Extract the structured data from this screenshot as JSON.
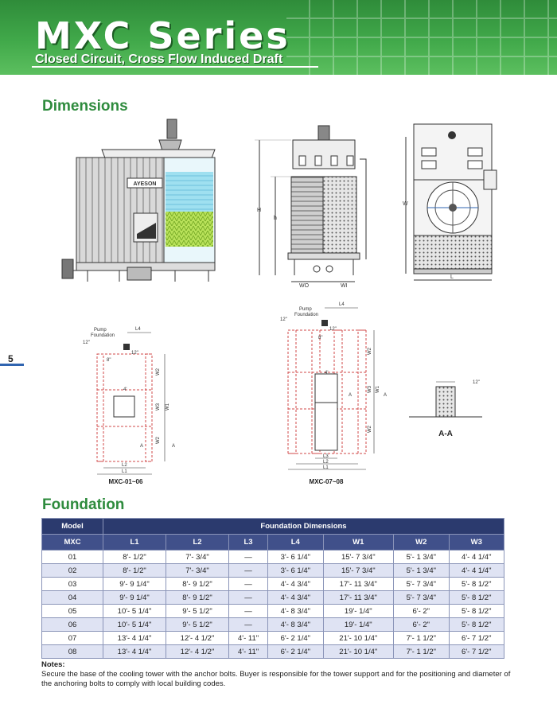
{
  "header": {
    "title": "MXC Series",
    "subtitle": "Closed Circuit, Cross Flow Induced Draft"
  },
  "page_number": "5",
  "sections": {
    "dimensions": "Dimensions",
    "foundation": "Foundation"
  },
  "drawing_labels": {
    "brand": "AYESON",
    "H": "H",
    "h": "h",
    "W": "W",
    "L": "L",
    "WO": "WO",
    "WI": "WI",
    "pump_foundation": "Pump\nFoundation",
    "pump_line1": "Pump",
    "pump_line2": "Foundation",
    "L1": "L1",
    "L2": "L2",
    "L3": "L3",
    "L4": "L4",
    "W1": "W1",
    "W2": "W2",
    "W3": "W3",
    "A": "A",
    "AA": "A-A",
    "dim_12": "12\"",
    "dim_8": "8\"",
    "dim_4": "4'",
    "small_caption": "MXC-01~06",
    "large_caption": "MXC-07~08"
  },
  "table": {
    "header_model": "Model",
    "header_group": "Foundation Dimensions",
    "columns": [
      "MXC",
      "L1",
      "L2",
      "L3",
      "L4",
      "W1",
      "W2",
      "W3"
    ],
    "rows": [
      [
        "01",
        "8'- 1/2\"",
        "7'- 3/4\"",
        "—",
        "3'- 6 1/4\"",
        "15'- 7 3/4\"",
        "5'- 1 3/4\"",
        "4'- 4 1/4\""
      ],
      [
        "02",
        "8'- 1/2\"",
        "7'- 3/4\"",
        "—",
        "3'- 6 1/4\"",
        "15'- 7 3/4\"",
        "5'- 1 3/4\"",
        "4'- 4 1/4\""
      ],
      [
        "03",
        "9'- 9 1/4\"",
        "8'- 9 1/2\"",
        "—",
        "4'- 4 3/4\"",
        "17'- 11 3/4\"",
        "5'- 7 3/4\"",
        "5'- 8 1/2\""
      ],
      [
        "04",
        "9'- 9 1/4\"",
        "8'- 9 1/2\"",
        "—",
        "4'- 4 3/4\"",
        "17'- 11 3/4\"",
        "5'- 7 3/4\"",
        "5'- 8 1/2\""
      ],
      [
        "05",
        "10'- 5 1/4\"",
        "9'- 5 1/2\"",
        "—",
        "4'- 8 3/4\"",
        "19'- 1/4\"",
        "6'- 2\"",
        "5'- 8 1/2\""
      ],
      [
        "06",
        "10'- 5 1/4\"",
        "9'- 5 1/2\"",
        "—",
        "4'- 8 3/4\"",
        "19'- 1/4\"",
        "6'- 2\"",
        "5'- 8 1/2\""
      ],
      [
        "07",
        "13'- 4 1/4\"",
        "12'- 4 1/2\"",
        "4'- 11\"",
        "6'- 2 1/4\"",
        "21'- 10 1/4\"",
        "7'- 1 1/2\"",
        "6'- 7 1/2\""
      ],
      [
        "08",
        "13'- 4 1/4\"",
        "12'- 4 1/2\"",
        "4'- 11\"",
        "6'- 2 1/4\"",
        "21'- 10 1/4\"",
        "7'- 1 1/2\"",
        "6'- 7 1/2\""
      ]
    ]
  },
  "notes": {
    "heading": "Notes:",
    "text": "Secure the base of the cooling tower with the anchor bolts. Buyer is responsible for the tower support and for the positioning and diameter of the anchoring bolts to comply with local building codes."
  },
  "colors": {
    "banner_green": "#41a94a",
    "section_green": "#2e8b3d",
    "table_header": "#2b3a6e",
    "table_stripe": "#dfe3f3",
    "foundation_red": "#d04848"
  }
}
